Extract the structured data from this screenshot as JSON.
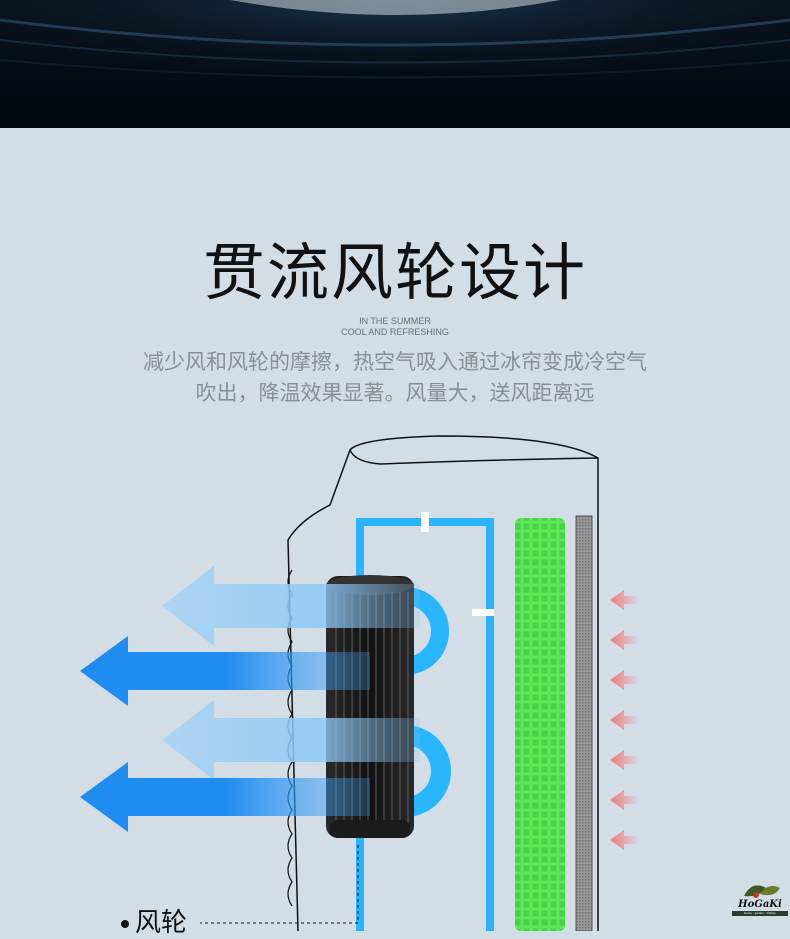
{
  "title": "贯流风轮设计",
  "subtitle_en": [
    "IN THE SUMMER",
    "COOL AND REFRESHING"
  ],
  "description": [
    "减少风和风轮的摩擦，热空气吸入通过冰帘变成冷空气",
    "吹出，降温效果显著。风量大，送风距离远"
  ],
  "label_wheel": "风轮",
  "logo": {
    "name": "HoGaKi",
    "tagline": "Home · garden · kitchen"
  },
  "colors": {
    "background": "#d2dde5",
    "banner": "#050b13",
    "airflow_blue": "#1e8cf0",
    "airflow_light": "#8cc8f5",
    "pipe_blue": "#2ab4ff",
    "ice_curtain": "#5de85a",
    "hot_air_red": "#f07a84",
    "fan": "#1a1a1a"
  }
}
